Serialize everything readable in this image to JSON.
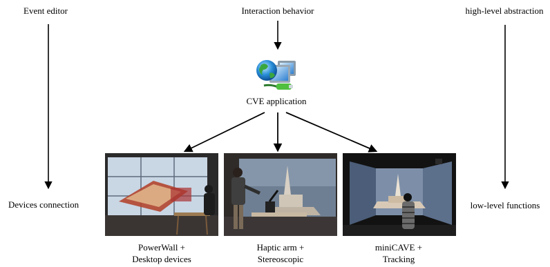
{
  "left_top_label": "Event editor",
  "left_bottom_label": "Devices connection",
  "center_top_label": "Interaction behavior",
  "center_node_label": "CVE application",
  "right_top_label": "high-level abstraction",
  "right_bottom_label": "low-level functions",
  "setups": [
    {
      "line1": "PowerWall +",
      "line2": "Desktop devices"
    },
    {
      "line1": "Haptic arm +",
      "line2": "Stereoscopic"
    },
    {
      "line1": "miniCAVE +",
      "line2": "Tracking"
    }
  ],
  "icons": {
    "center": "computer-network-globe-icon"
  },
  "colors": {
    "arrow": "#000000",
    "text": "#000000"
  }
}
